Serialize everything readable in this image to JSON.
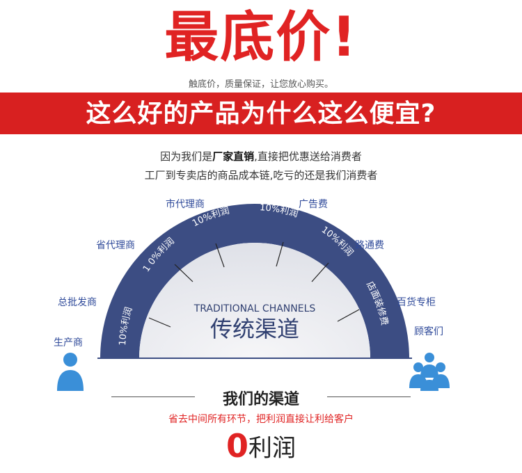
{
  "header": {
    "title": "最底价!",
    "subtitle": "触底价，质量保证，让您放心购买。",
    "banner": "这么好的产品为什么这么便宜?"
  },
  "intro": {
    "line1_pre": "因为我们是",
    "line1_bold": "厂家直销",
    "line1_post": ",直接把优惠送给消费者",
    "line2": "工厂到专卖店的商品成本链,吃亏的还是我们消费者"
  },
  "diagram": {
    "center_en": "TRADITIONAL CHANNELS",
    "center_cn": "传统渠道",
    "outer_labels": [
      "生产商",
      "总批发商",
      "省代理商",
      "市代理商",
      "广告费",
      "路通费",
      "百货专柜",
      "顾客们"
    ],
    "segment_labels": [
      "10%利润",
      "1 0%利润",
      "10%利润",
      "10%利润",
      "10%利润",
      "店面装修费"
    ],
    "colors": {
      "arc": "#3c4d83",
      "arc_inner_bg": "#e8e9ee",
      "label": "#2f4a9a",
      "person": "#3a8fd8"
    }
  },
  "ours": {
    "title": "我们的渠道",
    "subtitle": "省去中间所有环节，把利润直接让利给客户",
    "zero_num": "0",
    "zero_text": "利润"
  }
}
